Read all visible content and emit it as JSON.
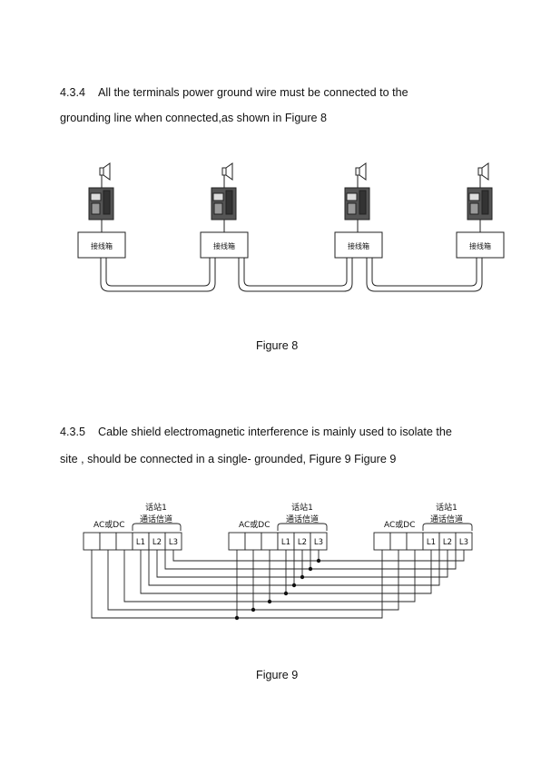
{
  "section_434": {
    "number": "4.3.4",
    "line1": "All the terminals power ground wire must be connected to the",
    "line2": "grounding line when connected,as shown in Figure 8"
  },
  "figure8": {
    "caption": "Figure 8",
    "box_labels": [
      "接线箱",
      "接线箱",
      "接线箱",
      "接线箱"
    ]
  },
  "section_435": {
    "number": "4.3.5",
    "line1": "Cable shield electromagnetic interference is mainly used to isolate the",
    "line2": "site , should be connected in a single- grounded, Figure 9   Figure 9"
  },
  "figure9": {
    "caption": "Figure 9",
    "units": [
      {
        "power_label": "AC或DC",
        "station_label": "话站1",
        "channel_label": "通话信道",
        "lines": [
          "L1",
          "L2",
          "L3"
        ]
      },
      {
        "power_label": "AC或DC",
        "station_label": "话站1",
        "channel_label": "通话信道",
        "lines": [
          "L1",
          "L2",
          "L3"
        ]
      },
      {
        "power_label": "AC或DC",
        "station_label": "话站1",
        "channel_label": "通话信道",
        "lines": [
          "L1",
          "L2",
          "L3"
        ]
      }
    ]
  }
}
